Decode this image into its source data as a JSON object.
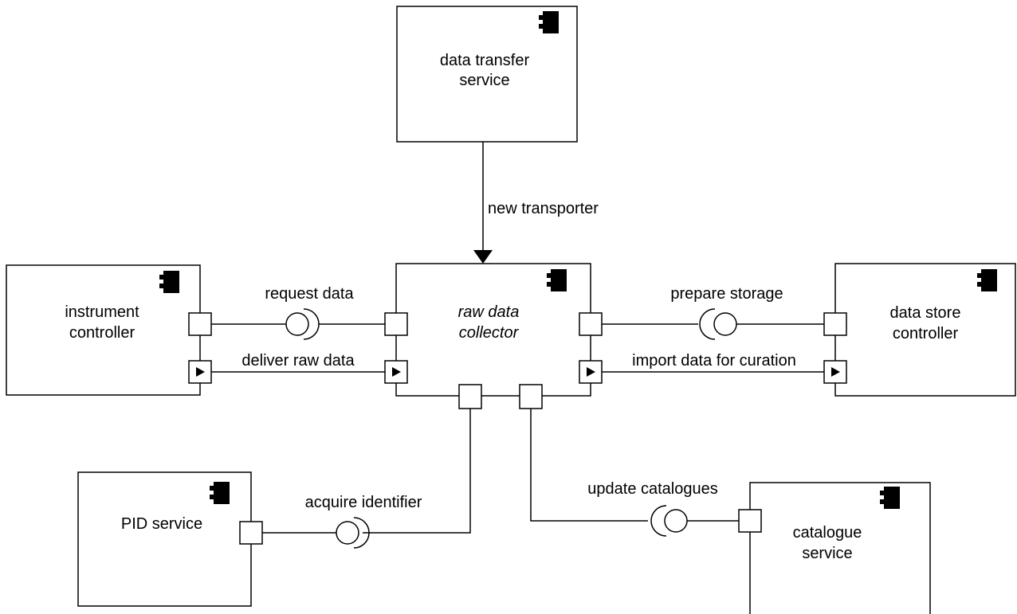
{
  "components": {
    "data_transfer_service": {
      "line1": "data transfer",
      "line2": "service"
    },
    "instrument_controller": {
      "line1": "instrument",
      "line2": "controller"
    },
    "raw_data_collector": {
      "line1": "raw data",
      "line2": "collector"
    },
    "data_store_controller": {
      "line1": "data store",
      "line2": "controller"
    },
    "pid_service": {
      "line1": "PID service"
    },
    "catalogue_service": {
      "line1": "catalogue",
      "line2": "service"
    }
  },
  "connections": {
    "new_transporter": "new transporter",
    "request_data": "request data",
    "deliver_raw_data": "deliver raw data",
    "prepare_storage": "prepare storage",
    "import_data_for_curation": "import data for curation",
    "acquire_identifier": "acquire identifier",
    "update_catalogues": "update catalogues"
  }
}
